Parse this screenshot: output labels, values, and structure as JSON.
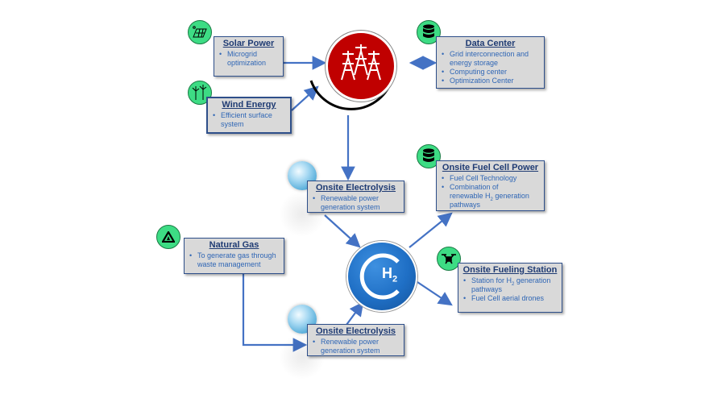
{
  "nodes": {
    "solar_power": {
      "title": "Solar Power",
      "bullets": [
        "Microgrid optimization"
      ]
    },
    "wind_energy": {
      "title": "Wind Energy",
      "bullets": [
        "Efficient surface system"
      ]
    },
    "data_center": {
      "title": "Data Center",
      "bullets": [
        "Grid interconnection and energy storage",
        "Computing  center",
        "Optimization  Center"
      ]
    },
    "onsite_electrolysis_top": {
      "title": "Onsite Electrolysis",
      "bullets": [
        "Renewable  power generation system"
      ]
    },
    "onsite_fuel_cell": {
      "title": "Onsite Fuel Cell Power",
      "bullets": [
        "Fuel Cell Technology",
        "Combination  of",
        "renewable  H",
        "2",
        " generation pathways"
      ]
    },
    "natural_gas": {
      "title": "Natural Gas",
      "bullets": [
        "To generate gas through waste management"
      ]
    },
    "onsite_fueling": {
      "title": "Onsite Fueling Station",
      "bullets": [
        "Station  for H",
        "2",
        " generation pathways",
        "Fuel Cell aerial drones"
      ]
    },
    "onsite_electrolysis_bottom": {
      "title": "Onsite Electrolysis",
      "bullets": [
        "Renewable  power generation system"
      ]
    }
  },
  "hub": {
    "label_main": "H",
    "label_sub": "2"
  },
  "colors": {
    "arrow": "#4472c4",
    "icon_green": "#3ddc84",
    "grid_red": "#c00000",
    "hub_blue": "#1f6fc5",
    "box_fill": "#d9d9d9",
    "title_text": "#1f3b73",
    "bullet_text": "#2f66b5"
  },
  "icons": [
    "solar-panel-icon",
    "wind-turbine-icon",
    "database-icon",
    "database-icon",
    "warning-triangle-icon",
    "drone-icon",
    "power-tower-icon",
    "globe-icon"
  ]
}
